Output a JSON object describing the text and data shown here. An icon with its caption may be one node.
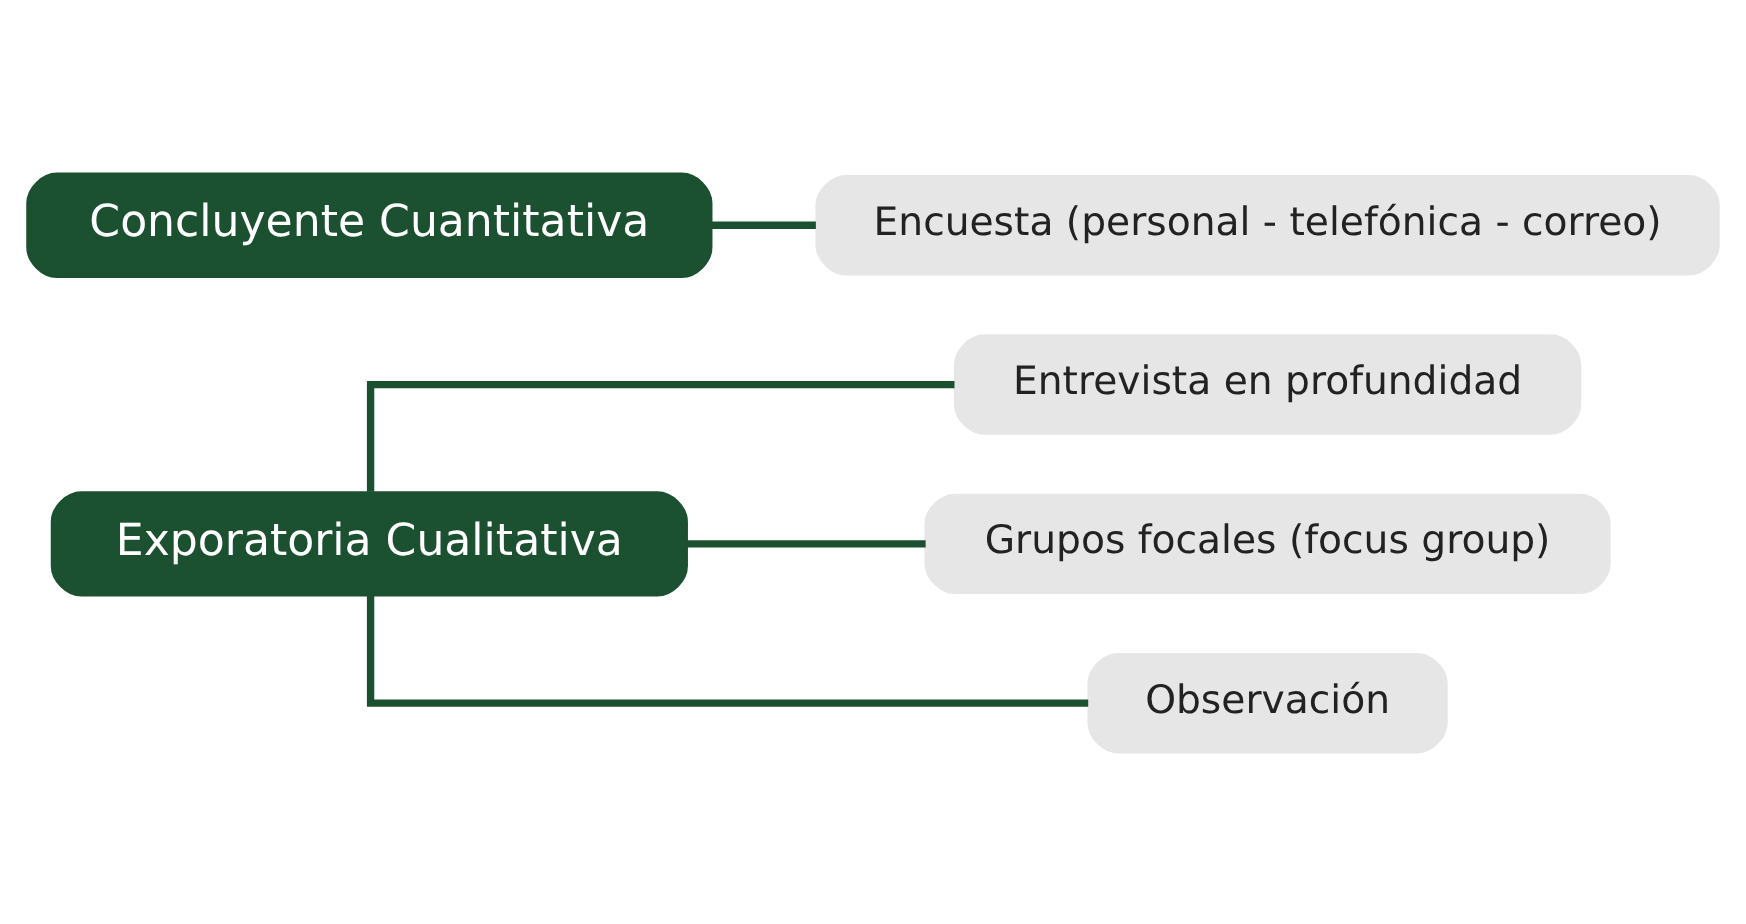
{
  "diagram": {
    "nodes": [
      {
        "text": [
          "Exporatoria Cualitativa"
        ]
      },
      {
        "text": [
          "Entrevista en profundidad"
        ]
      },
      {
        "text": [
          "Grupos focales (focus group)"
        ]
      },
      {
        "text": [
          "Observación"
        ]
      },
      {
        "text": [
          "Concluyente Cuantitativa"
        ]
      },
      {
        "text": [
          "Encuesta (personal - telefónica - correo)"
        ]
      }
    ],
    "edges": [
      {
        "from": 0,
        "to": 1,
        "arrow": "none"
      },
      {
        "from": 0,
        "to": 2,
        "arrow": "none"
      },
      {
        "from": 0,
        "to": 3,
        "arrow": "none"
      },
      {
        "from": 4,
        "to": 5,
        "arrow": "none"
      }
    ]
  }
}
